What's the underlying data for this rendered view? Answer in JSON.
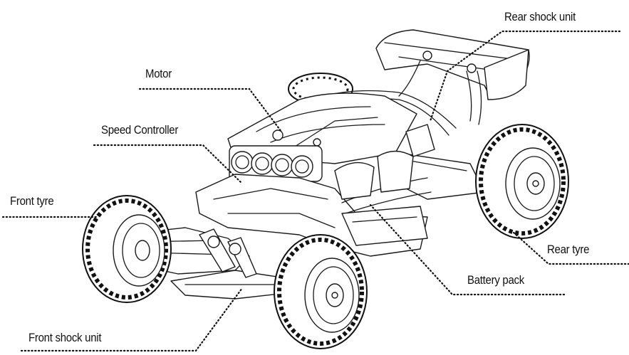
{
  "labels": {
    "rear_shock_unit": "Rear shock unit",
    "motor": "Motor",
    "speed_controller": "Speed Controller",
    "front_tyre": "Front tyre",
    "rear_tyre": "Rear tyre",
    "battery_pack": "Battery pack",
    "front_shock_unit": "Front shock unit"
  },
  "colors": {
    "ink": "#111111",
    "background": "#ffffff"
  }
}
